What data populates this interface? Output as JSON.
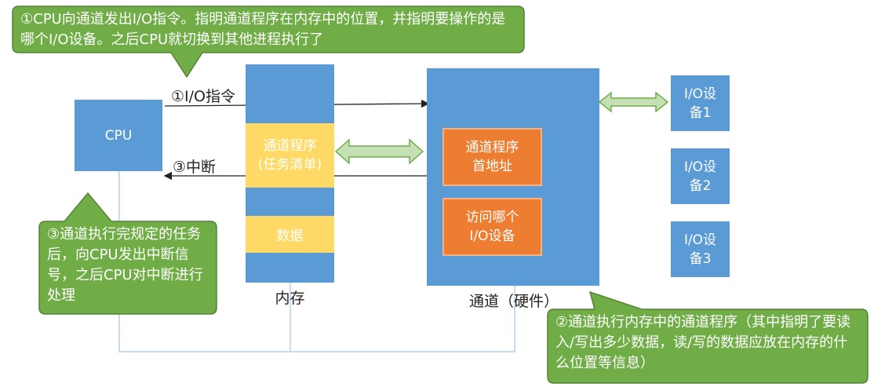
{
  "callouts": {
    "step1": "①CPU向通道发出I/O指令。指明通道程序在内存中的位置，并指明要操作的是哪个I/O设备。之后CPU就切换到其他进程执行了",
    "step3": "③通道执行完规定的任务后，向CPU发出中断信号，之后CPU对中断进行处理",
    "step2": "②通道执行内存中的通道程序（其中指明了要读入/写出多少数据，读/写的数据应放在内存的什么位置等信息）"
  },
  "cpu": {
    "label": "CPU"
  },
  "arrows": {
    "io_command": "①I/O指令",
    "interrupt": "③中断"
  },
  "memory": {
    "caption": "内存",
    "channel_program": "通道程序\n(任务清单)",
    "data_block": "数据"
  },
  "channel": {
    "caption": "通道（硬件）",
    "program_address": "通道程序\n首地址",
    "which_device": "访问哪个\nI/O设备"
  },
  "devices": [
    "I/O设\n备1",
    "I/O设\n备2",
    "I/O设\n备3"
  ],
  "colors": {
    "green": "#70ad47",
    "blue": "#5b9bd5",
    "yellow": "#ffd966",
    "orange": "#ed7d31",
    "arrow_fill": "#c5e0b4"
  }
}
